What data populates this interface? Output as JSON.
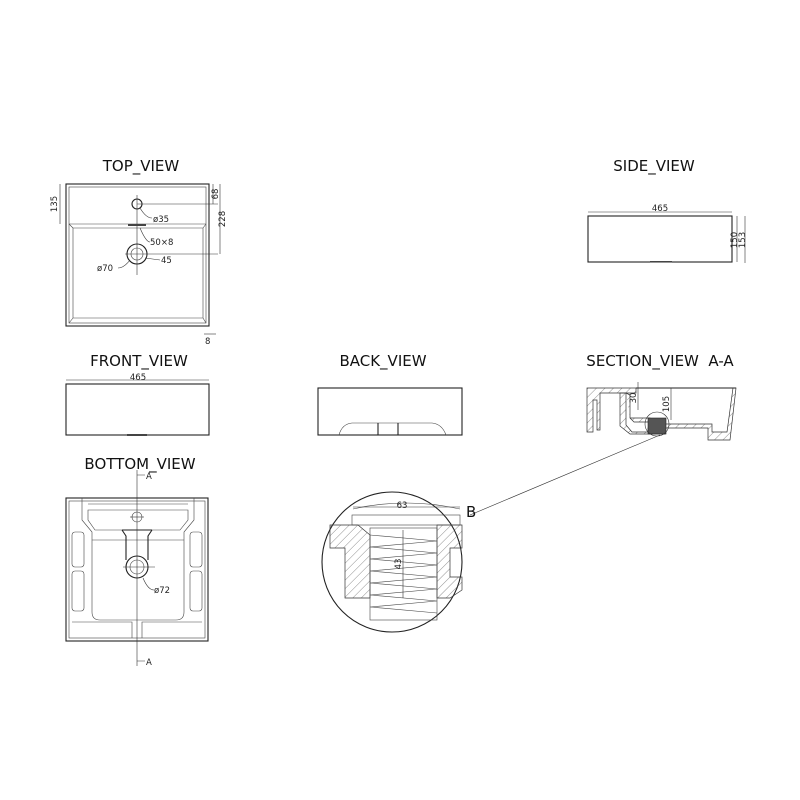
{
  "views": {
    "top": "TOP_VIEW",
    "side": "SIDE_VIEW",
    "front": "FRONT_VIEW",
    "back": "BACK_VIEW",
    "section": "SECTION_VIEW  A-A",
    "bottom": "BOTTOM_VIEW"
  },
  "top_dims": {
    "d135": "135",
    "d68": "68",
    "d228": "228",
    "tap": "ø35",
    "overflow": "50×8",
    "drain": "ø70",
    "d45": "45",
    "d8": "8"
  },
  "side_dims": {
    "width": "465",
    "h150": "150",
    "h153": "153"
  },
  "front_dims": {
    "width": "465"
  },
  "section_dims": {
    "d30": "30",
    "d105": "105"
  },
  "bottom_dims": {
    "drain": "ø72",
    "cut_top": "A",
    "cut_bottom": "A"
  },
  "detail": {
    "label": "B",
    "d63": "63",
    "d43": "43"
  }
}
